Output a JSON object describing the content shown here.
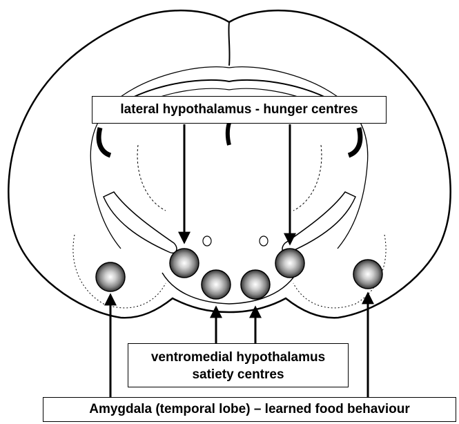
{
  "labels": {
    "lateral": "lateral hypothalamus - hunger centres",
    "vmh_line1": "ventromedial hypothalamus",
    "vmh_line2": "satiety centres",
    "amygdala": "Amygdala (temporal lobe) – learned food behaviour"
  },
  "colors": {
    "ink": "#000000",
    "nucleus_center": "#ffffff",
    "nucleus_mid": "#9a9a9a",
    "nucleus_edge": "#2a2a2a"
  }
}
